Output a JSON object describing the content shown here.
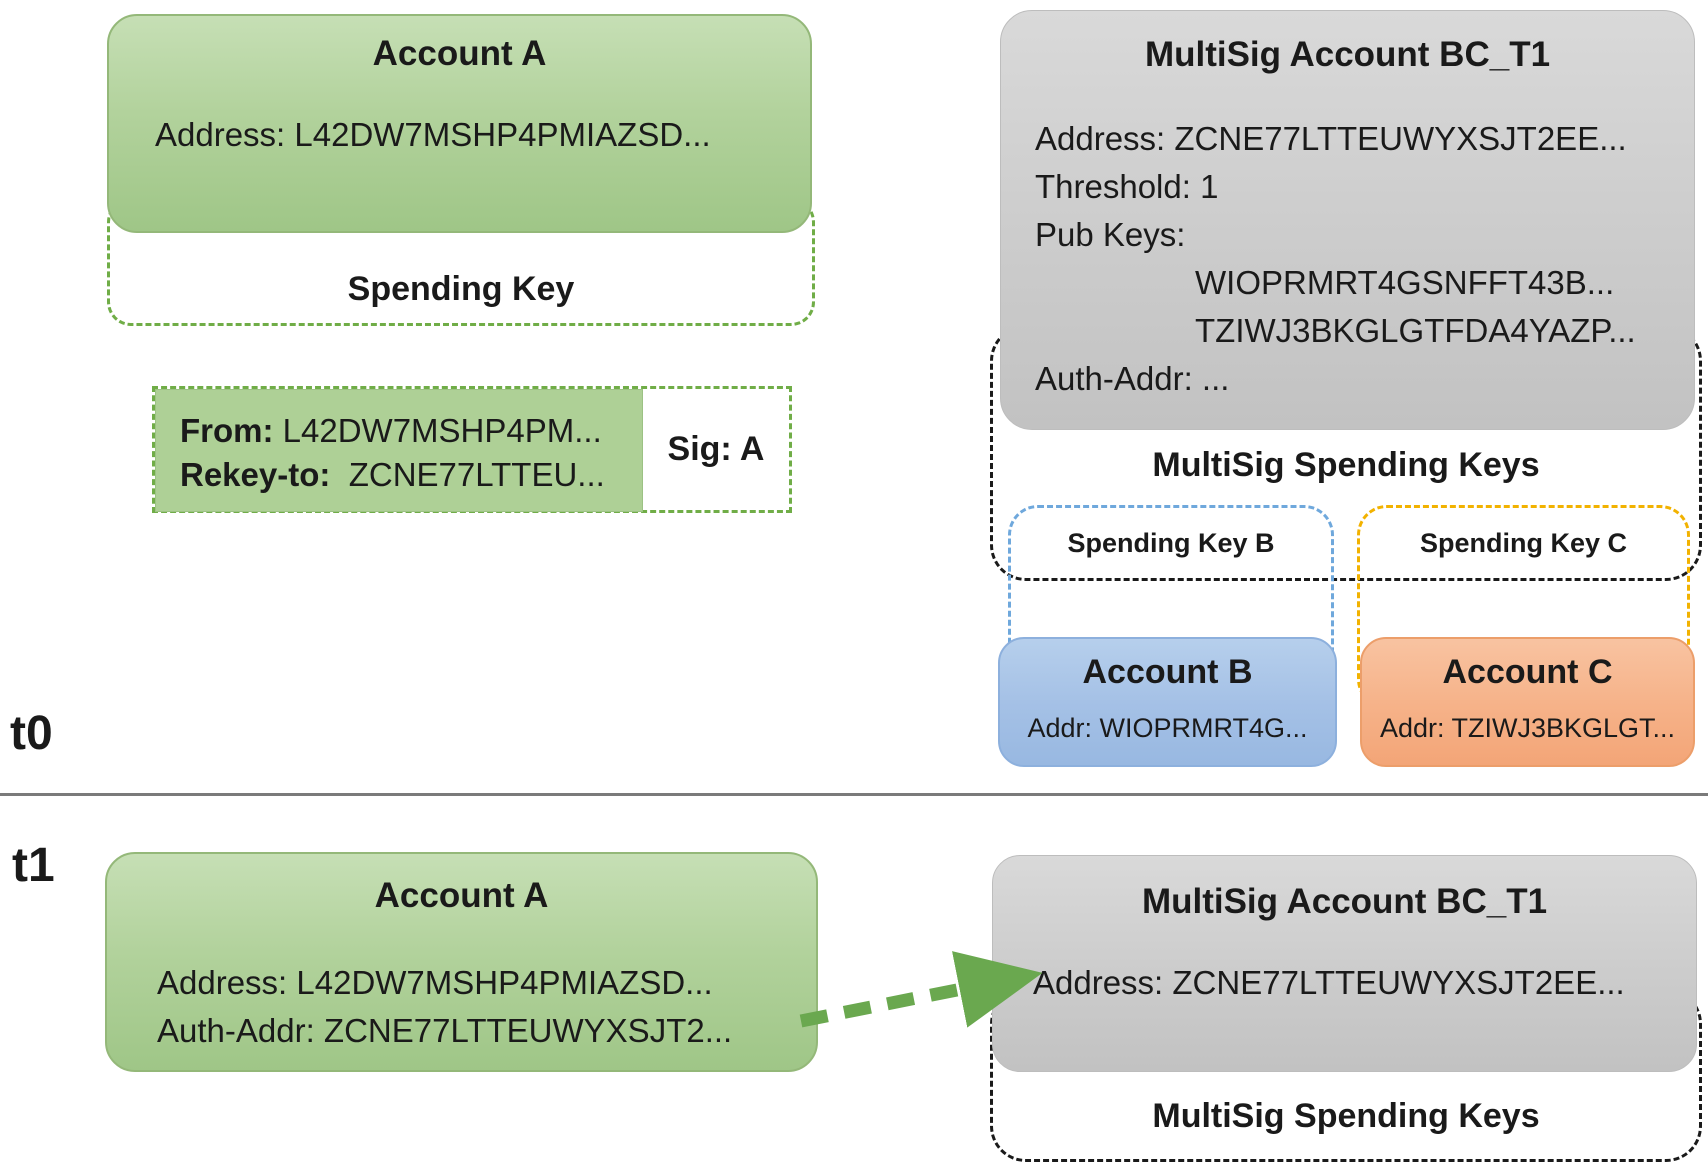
{
  "t0": {
    "label": "t0",
    "account_a": {
      "title": "Account A",
      "address": "Address: L42DW7MSHP4PMIAZSD..."
    },
    "spending_key": {
      "label": "Spending Key"
    },
    "rekey_txn": {
      "from_label": "From:",
      "from_value": " L42DW7MSHP4PM...",
      "rekey_label": "Rekey-to:",
      "rekey_value": "  ZCNE77LTTEU...",
      "sig": "Sig: A"
    },
    "multisig": {
      "title": "MultiSig Account BC_T1",
      "address": "Address: ZCNE77LTTEUWYXSJT2EE...",
      "threshold": "Threshold: 1",
      "pub_keys_label": "Pub Keys:",
      "pub_key_1": "WIOPRMRT4GSNFFT43B...",
      "pub_key_2": "TZIWJ3BKGLGTFDA4YAZP...",
      "auth_addr": "Auth-Addr: ..."
    },
    "multisig_spending_keys": {
      "title": "MultiSig Spending Keys",
      "spending_key_b_label": "Spending Key B",
      "spending_key_c_label": "Spending Key C",
      "account_b": {
        "title": "Account B",
        "addr": "Addr: WIOPRMRT4G..."
      },
      "account_c": {
        "title": "Account C",
        "addr": "Addr: TZIWJ3BKGLGT..."
      }
    }
  },
  "t1": {
    "label": "t1",
    "account_a": {
      "title": "Account A",
      "address": "Address: L42DW7MSHP4PMIAZSD...",
      "auth_addr": "Auth-Addr: ZCNE77LTTEUWYXSJT2..."
    },
    "multisig": {
      "title": "MultiSig Account BC_T1",
      "address": "Address: ZCNE77LTTEUWYXSJT2EE..."
    },
    "multisig_spending_keys": {
      "title": "MultiSig Spending Keys"
    }
  },
  "colors": {
    "account_green_fill": "#b2d29c",
    "green_dash": "#70ad47",
    "multisig_gray_fill": "#cdcdcd",
    "account_b_blue_fill": "#a5c1e6",
    "account_c_orange_fill": "#f6b38a",
    "blue_dash": "#6fa8dc",
    "yellow_dash": "#f2b200",
    "black_dash": "#1a1a1a",
    "rekey_arrow_green": "#6aa84f",
    "divider_gray": "#7a7a7a"
  }
}
